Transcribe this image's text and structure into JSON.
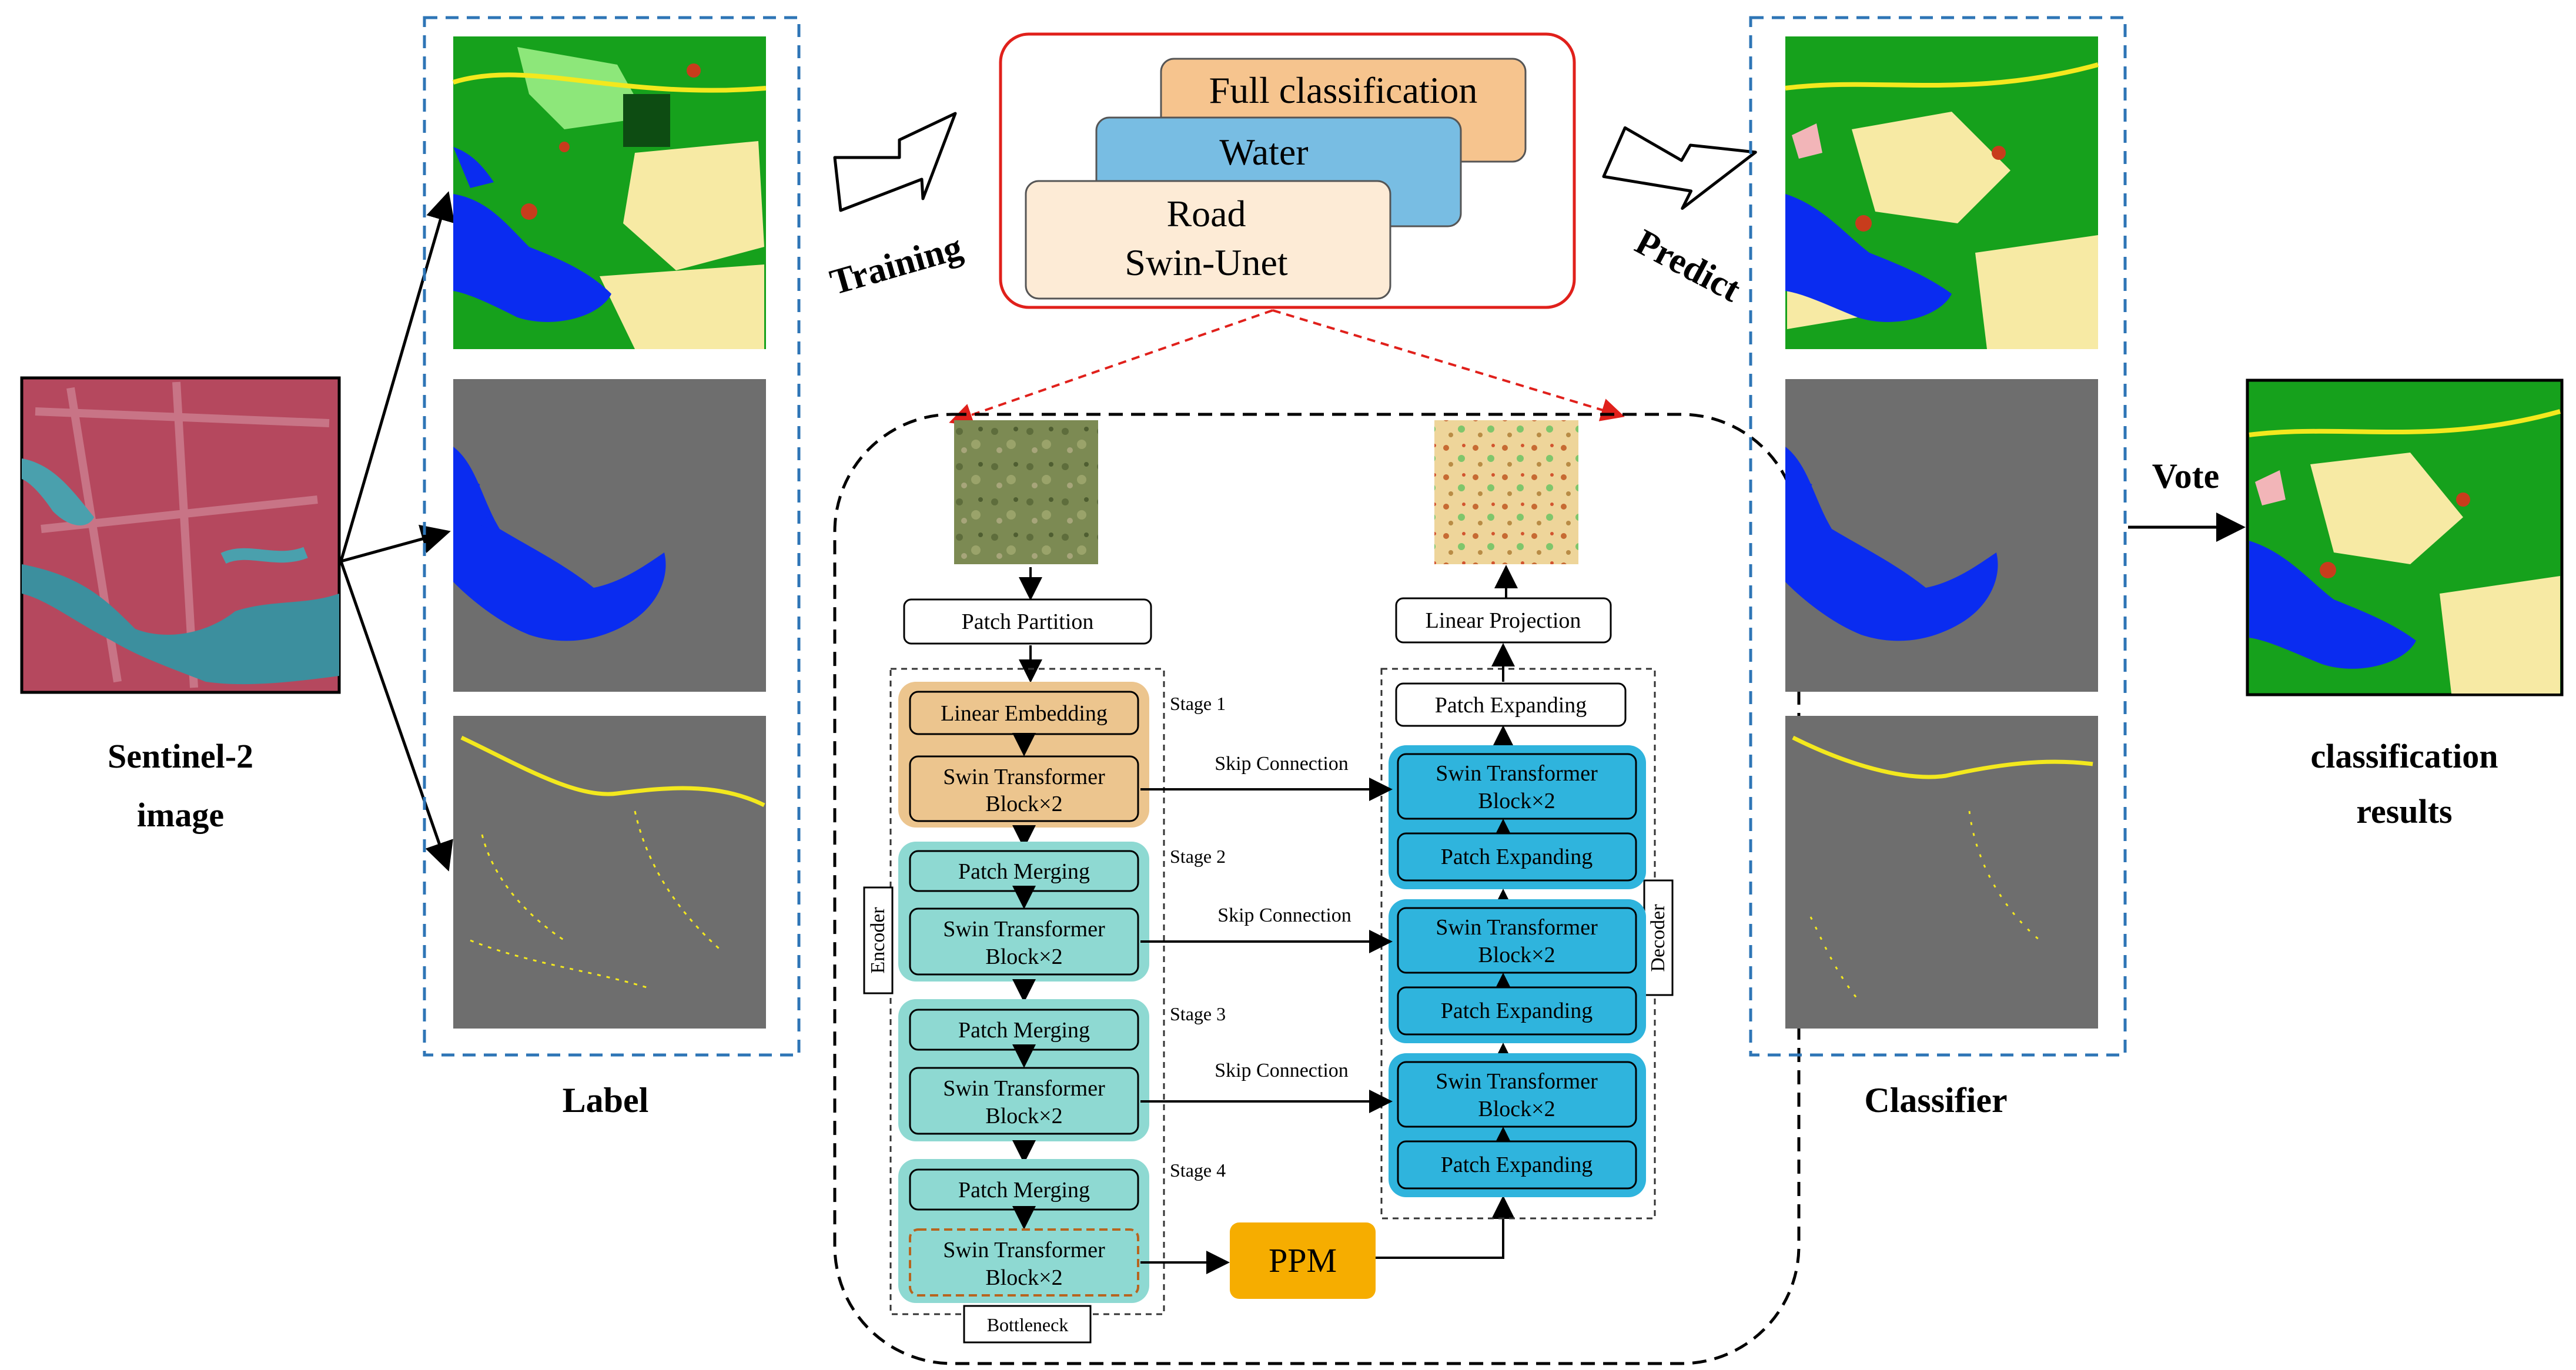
{
  "input": {
    "caption_line1": "Sentinel-2",
    "caption_line2": "image"
  },
  "label_section": {
    "caption": "Label"
  },
  "classifier_section": {
    "caption": "Classifier"
  },
  "output": {
    "vote": "Vote",
    "caption_line1": "classification",
    "caption_line2": "results"
  },
  "training_label": "Training",
  "predict_label": "Predict",
  "task_cards": {
    "full": "Full classification",
    "water": "Water",
    "road_line1": "Road",
    "road_line2": "Swin-Unet"
  },
  "network": {
    "patch_partition": "Patch Partition",
    "linear_projection": "Linear Projection",
    "linear_embedding": "Linear Embedding",
    "swin_block_line1": "Swin Transformer",
    "swin_block_line2": "Block×2",
    "patch_merging": "Patch Merging",
    "patch_expanding": "Patch Expanding",
    "stage1": "Stage 1",
    "stage2": "Stage 2",
    "stage3": "Stage 3",
    "stage4": "Stage 4",
    "skip_connection": "Skip Connection",
    "encoder": "Encoder",
    "decoder": "Decoder",
    "bottleneck": "Bottleneck",
    "ppm": "PPM"
  },
  "colors": {
    "frame_blue": "#2e75b6",
    "red": "#e0201b",
    "orange_card": "#f6c48e",
    "blue_card": "#78bde3",
    "cream_card": "#fdebd6",
    "stage1_fill": "#ecc58e",
    "encoder_teal": "#8ed9d2",
    "decoder_blue": "#2fb4dd",
    "ppm_orange": "#f6ad00",
    "gray_map": "#6e6e6e",
    "water_blue": "#0a2cf0",
    "road_yellow": "#f3e81e",
    "forest_green": "#16a11c",
    "light_green": "#8de77a",
    "crop_yellow": "#f7eaa4"
  }
}
